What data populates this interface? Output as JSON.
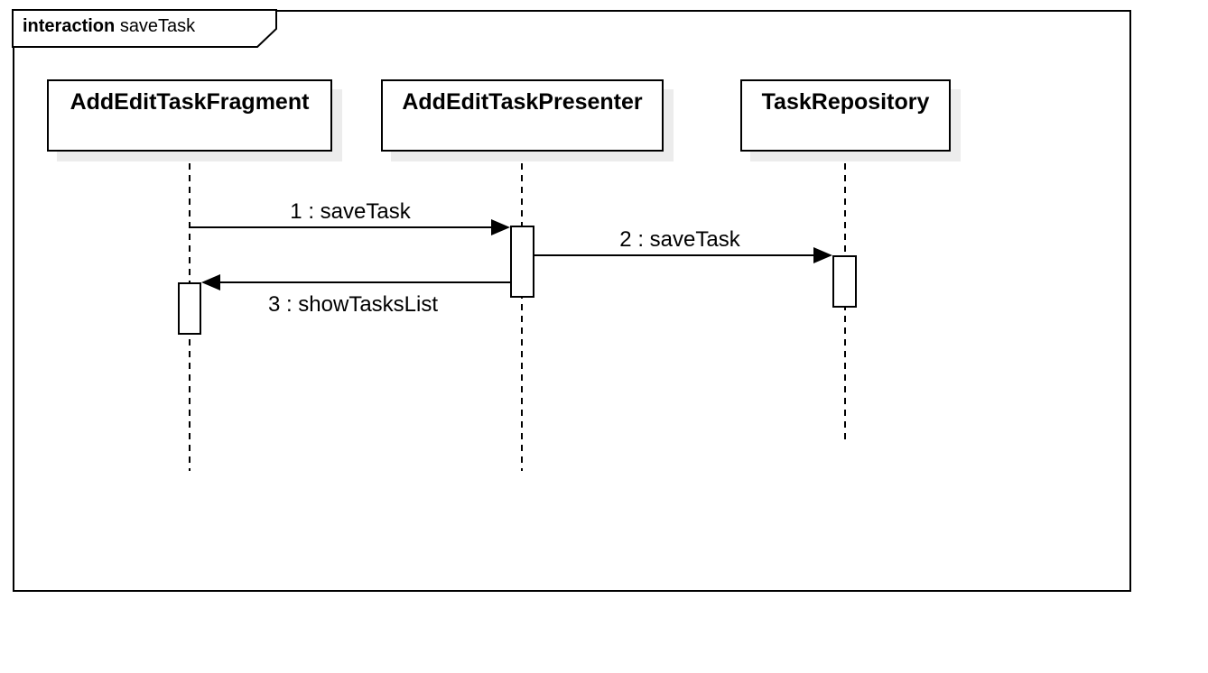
{
  "diagram": {
    "type": "uml-sequence-diagram",
    "frame": {
      "keyword": "interaction",
      "name": "saveTask"
    },
    "lifelines": [
      {
        "name": "AddEditTaskFragment"
      },
      {
        "name": "AddEditTaskPresenter"
      },
      {
        "name": "TaskRepository"
      }
    ],
    "messages": [
      {
        "label": "1 : saveTask",
        "from": "AddEditTaskFragment",
        "to": "AddEditTaskPresenter",
        "direction": "right"
      },
      {
        "label": "2 : saveTask",
        "from": "AddEditTaskPresenter",
        "to": "TaskRepository",
        "direction": "right"
      },
      {
        "label": "3 : showTasksList",
        "from": "AddEditTaskPresenter",
        "to": "AddEditTaskFragment",
        "direction": "left"
      }
    ],
    "colors": {
      "line": "#000000",
      "fill": "#ffffff",
      "shadow": "#ececec",
      "background": "#ffffff"
    }
  }
}
